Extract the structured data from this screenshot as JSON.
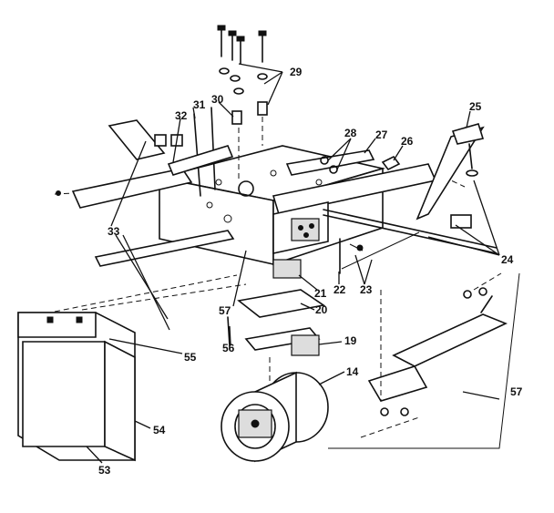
{
  "diagram": {
    "labels": {
      "l14": "14",
      "l19": "19",
      "l20": "20",
      "l21": "21",
      "l22": "22",
      "l23": "23",
      "l24": "24",
      "l25": "25",
      "l26": "26",
      "l27": "27",
      "l28": "28",
      "l29": "29",
      "l30": "30",
      "l31": "31",
      "l32": "32",
      "l33": "33",
      "l53": "53",
      "l54": "54",
      "l55": "55",
      "l56": "56",
      "l57a": "57",
      "l57b": "57"
    }
  }
}
